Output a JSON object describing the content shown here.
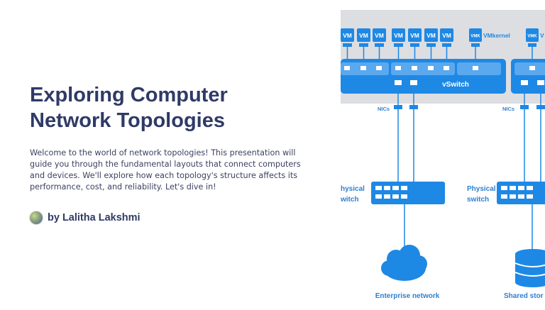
{
  "slide": {
    "title": "Exploring Computer Network Topologies",
    "description": "Welcome to the world of network topologies! This presentation will guide you through the fundamental layouts that connect computers and devices. We'll explore how each topology's structure affects its performance, cost, and reliability. Let's dive in!",
    "author": "by Lalitha Lakshmi"
  },
  "diagram": {
    "vm_label": "VM",
    "vmk_label": "VMK",
    "vmkernel_label": "VMkernel",
    "vmkernel_label_partial": "V",
    "vswitch_label": "vSwitch",
    "nics_label": "NICs",
    "physical_switch_left": [
      "hysical",
      "witch"
    ],
    "physical_switch_right": [
      "Physical",
      "switch"
    ],
    "enterprise_network_label": "Enterprise network",
    "shared_storage_label": "Shared stor",
    "colors": {
      "accent": "#1e88e5",
      "panel": "#dcdee2",
      "label": "#2f7fd0"
    }
  }
}
